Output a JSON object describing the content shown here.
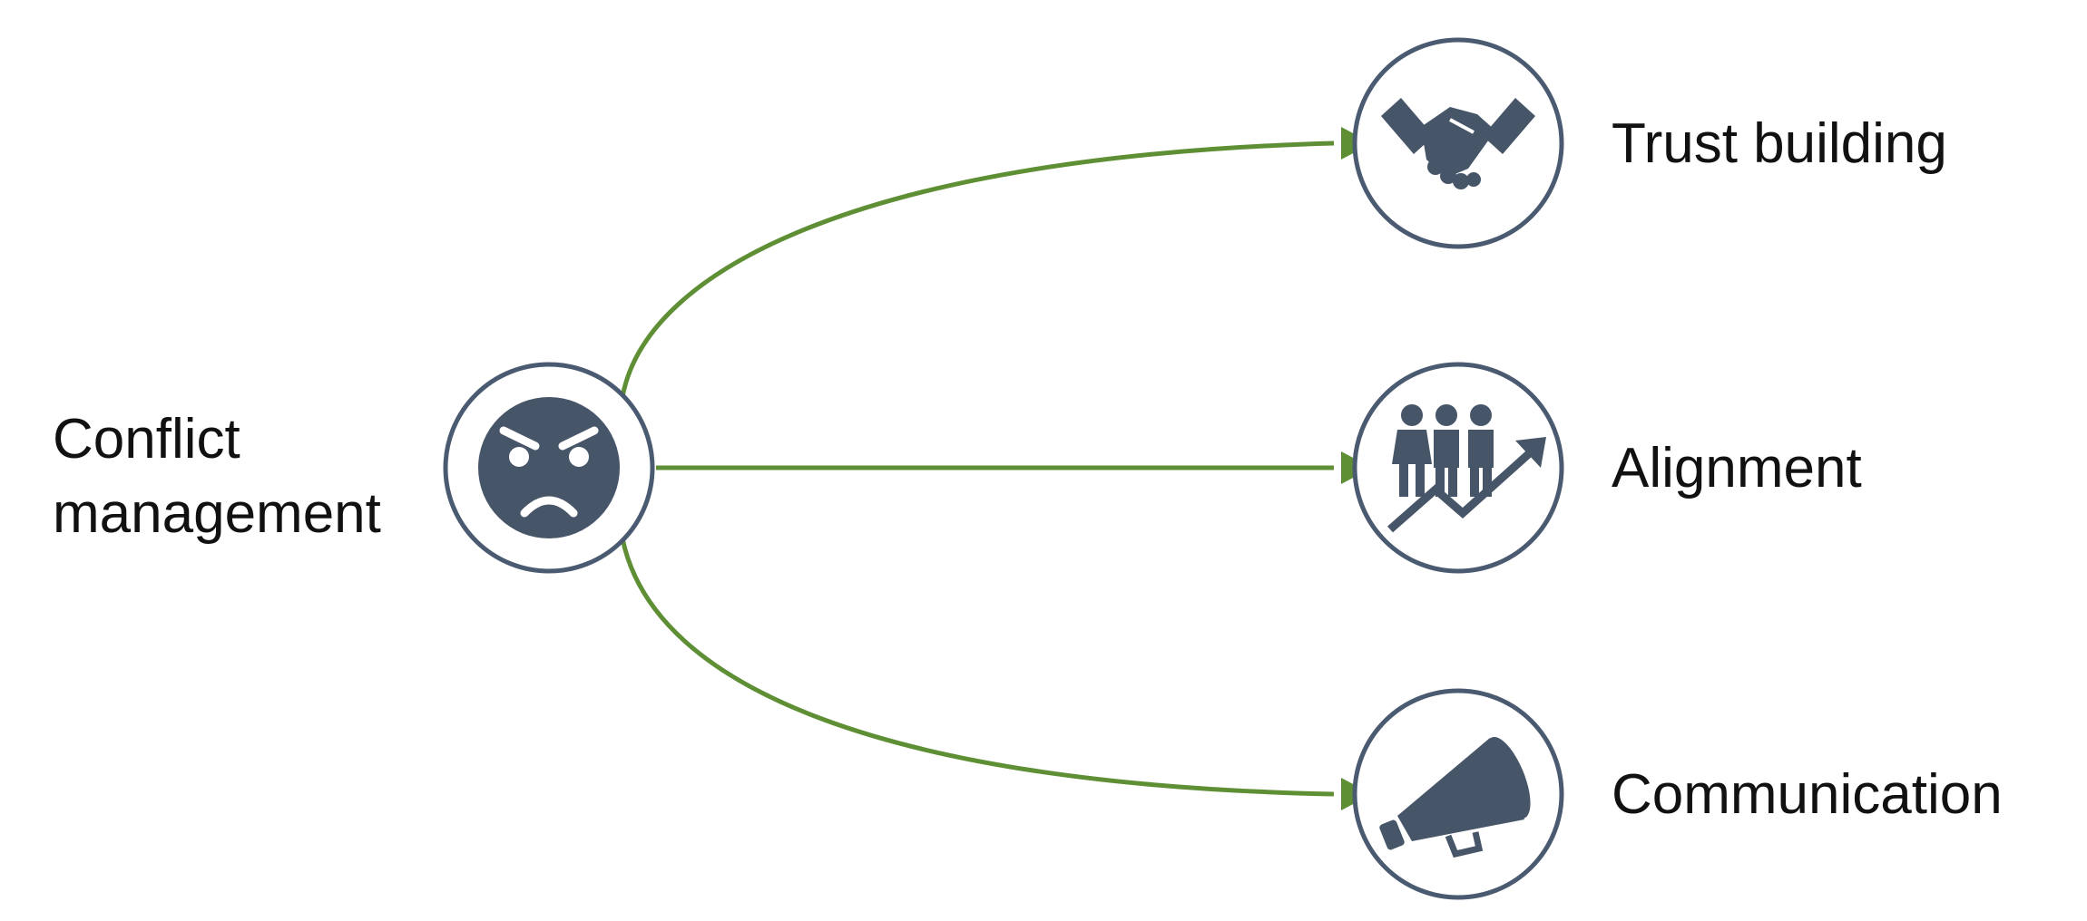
{
  "source": {
    "label_line1": "Conflict",
    "label_line2": "management",
    "icon": "angry-face-icon"
  },
  "targets": [
    {
      "label": "Trust building",
      "icon": "handshake-icon"
    },
    {
      "label": "Alignment",
      "icon": "team-growth-icon"
    },
    {
      "label": "Communication",
      "icon": "megaphone-icon"
    }
  ],
  "colors": {
    "arrow": "#5e8f35",
    "icon_fill": "#475569",
    "circle_stroke": "#4a5a70",
    "text": "#111111"
  }
}
